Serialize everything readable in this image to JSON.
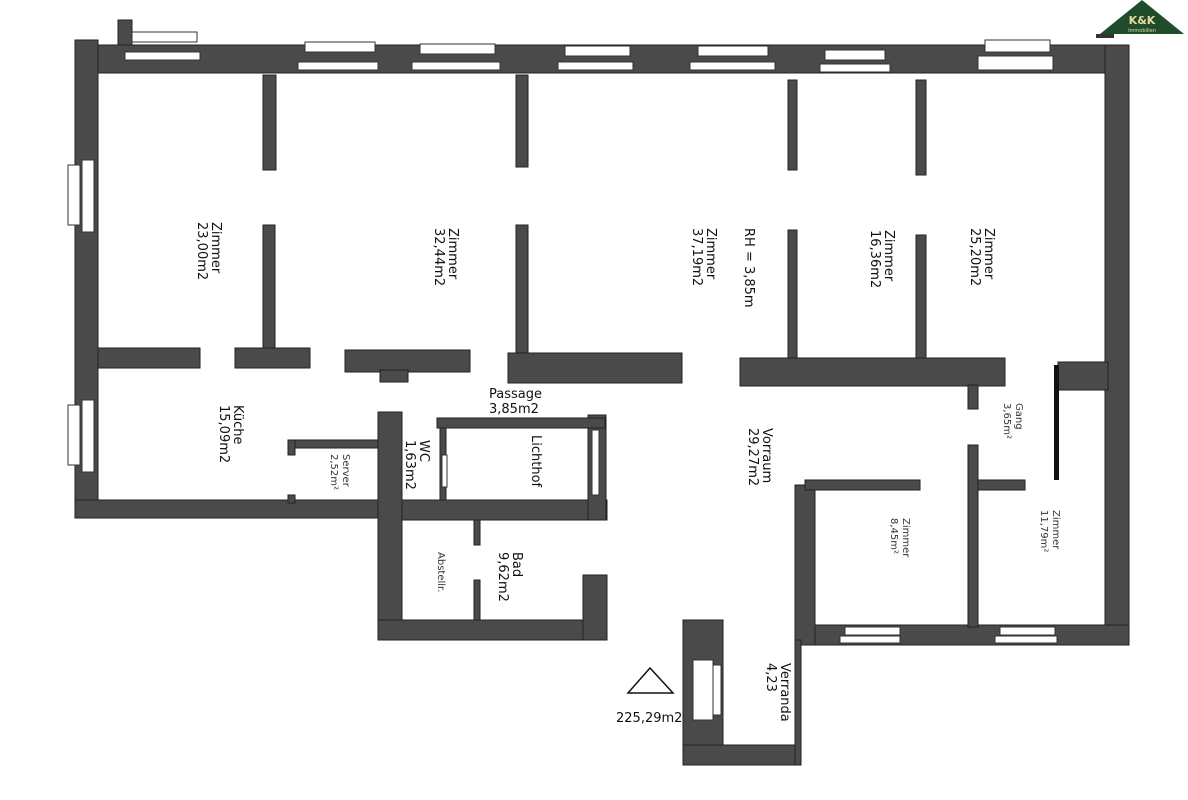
{
  "plan": {
    "ceiling_height": "RH  =  3,85m",
    "total_area": "225,29m2",
    "rooms": [
      {
        "name": "Zimmer",
        "area": "23,00m2"
      },
      {
        "name": "Zimmer",
        "area": "32,44m2"
      },
      {
        "name": "Zimmer",
        "area": "37,19m2"
      },
      {
        "name": "Zimmer",
        "area": "16,36m2"
      },
      {
        "name": "Zimmer",
        "area": "25,20m2"
      },
      {
        "name": "Küche",
        "area": "15,09m2"
      },
      {
        "name": "Server",
        "area": "2,52m²"
      },
      {
        "name": "WC",
        "area": "1,63m2"
      },
      {
        "name": "Passage",
        "area": "3,85m2"
      },
      {
        "name": "Lichthof",
        "area": ""
      },
      {
        "name": "Vorraum",
        "area": "29,27m2"
      },
      {
        "name": "Gang",
        "area": "3,65m²"
      },
      {
        "name": "Zimmer",
        "area": "8,45m²"
      },
      {
        "name": "Zimmer",
        "area": "11,79m²"
      },
      {
        "name": "Abstellr.",
        "area": ""
      },
      {
        "name": "Bad",
        "area": "9,62m2"
      },
      {
        "name": "Verranda",
        "area": "4,23"
      }
    ]
  },
  "logo": {
    "brand": "K&K",
    "sub": "Immobilien",
    "color": "#1f4d2b"
  }
}
